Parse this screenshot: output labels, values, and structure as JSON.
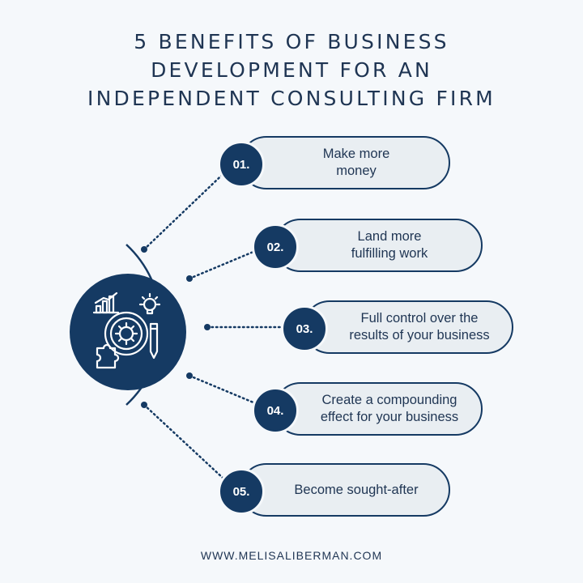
{
  "title": {
    "line1": "5 BENEFITS OF BUSINESS",
    "line2": "DEVELOPMENT FOR AN",
    "line3": "INDEPENDENT CONSULTING FIRM"
  },
  "benefits": [
    {
      "number": "01.",
      "text": "Make more\nmoney"
    },
    {
      "number": "02.",
      "text": "Land more\nfulfilling work"
    },
    {
      "number": "03.",
      "text": "Full control over the\nresults of your business"
    },
    {
      "number": "04.",
      "text": "Create a compounding\neffect for your business"
    },
    {
      "number": "05.",
      "text": "Become sought-after"
    }
  ],
  "hub_icon": "business-development-gear-chart-icon",
  "footer": "WWW.MELISALIBERMAN.COM",
  "colors": {
    "navy": "#153a63",
    "pill_bg": "#e9eef2",
    "background": "#f5f8fb",
    "text": "#1f3553"
  }
}
